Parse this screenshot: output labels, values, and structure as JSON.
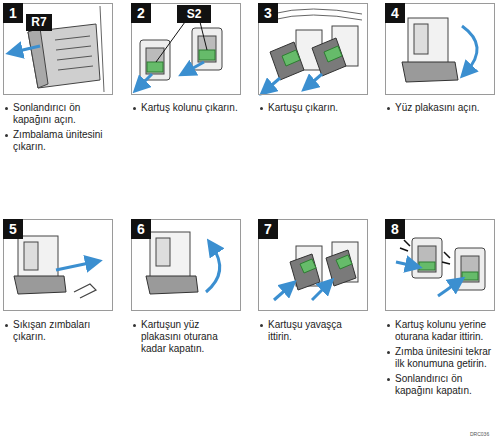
{
  "diagram": {
    "nodes": [
      {
        "text": [
          "1",
          "Sonlandırıcı ön kapağını açın.",
          "Zımbalama ünitesini çıkarın."
        ]
      },
      {
        "text": [
          "R7"
        ],
        "in": 0
      },
      {
        "text": [
          "2",
          "Kartuş kolunu çıkarın."
        ]
      },
      {
        "text": [
          "S2"
        ],
        "in": 2
      },
      {
        "text": [
          "3",
          "Kartuşu çıkarın."
        ]
      },
      {
        "text": [
          "4",
          "Yüz plakasını açın."
        ]
      },
      {
        "text": [
          "5",
          "Sıkışan zımbaları çıkarın."
        ]
      },
      {
        "text": [
          "6",
          "Kartuşun yüz plakasını oturana kadar kapatın."
        ]
      },
      {
        "text": [
          "7",
          "Kartuşu yavaşça ittirin."
        ]
      },
      {
        "text": [
          "8",
          "Kartuş kolunu yerine oturana kadar ittirin.",
          "Zımba ünitesini tekrar ilk konumuna getirin.",
          "Sonlandırıcı ön kapağını kapatın."
        ]
      }
    ],
    "labels": [
      "DRC036"
    ]
  }
}
